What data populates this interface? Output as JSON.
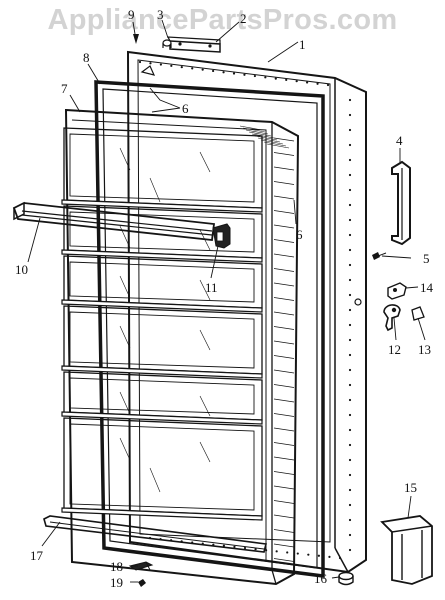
{
  "watermark": "AppliancePartsPros.com",
  "callouts": [
    "1",
    "2",
    "3",
    "4",
    "5",
    "6",
    "6",
    "7",
    "8",
    "9",
    "10",
    "11",
    "12",
    "13",
    "14",
    "15",
    "16",
    "17",
    "18",
    "19"
  ],
  "colors": {
    "ink": "#151515",
    "watermark": "#d3d3d3",
    "background": "#ffffff"
  }
}
